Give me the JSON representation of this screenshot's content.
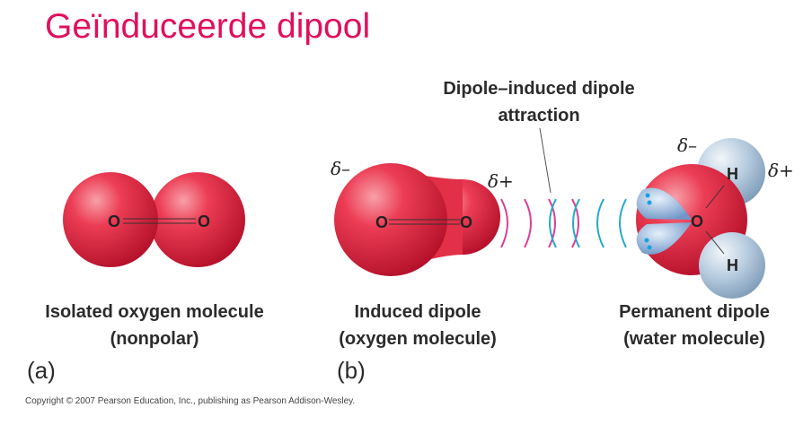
{
  "title": "Geïnduceerde dipool",
  "attraction_label": {
    "line1": "Dipole–induced dipole",
    "line2": "attraction"
  },
  "panel_a": {
    "label_line1": "Isolated oxygen molecule",
    "label_line2": "(nonpolar)",
    "part": "(a)",
    "atoms": [
      "O",
      "O"
    ]
  },
  "panel_b": {
    "part": "(b)",
    "induced": {
      "label_line1": "Induced dipole",
      "label_line2": "(oxygen molecule)",
      "delta_minus": "δ–",
      "delta_plus": "δ+",
      "atoms": [
        "O",
        "O"
      ]
    },
    "permanent": {
      "label_line1": "Permanent dipole",
      "label_line2": "(water molecule)",
      "delta_minus": "δ–",
      "delta_plus": "δ+",
      "atoms": [
        "O",
        "H",
        "H"
      ]
    }
  },
  "copyright": "Copyright © 2007 Pearson Education, Inc., publishing as Pearson Addison-Wesley.",
  "colors": {
    "title": "#e0105e",
    "oxygen": "#e8334a",
    "hydrogen": "#b8cde0",
    "arc_pink": "#d9409a",
    "arc_cyan": "#2aa9c9"
  }
}
